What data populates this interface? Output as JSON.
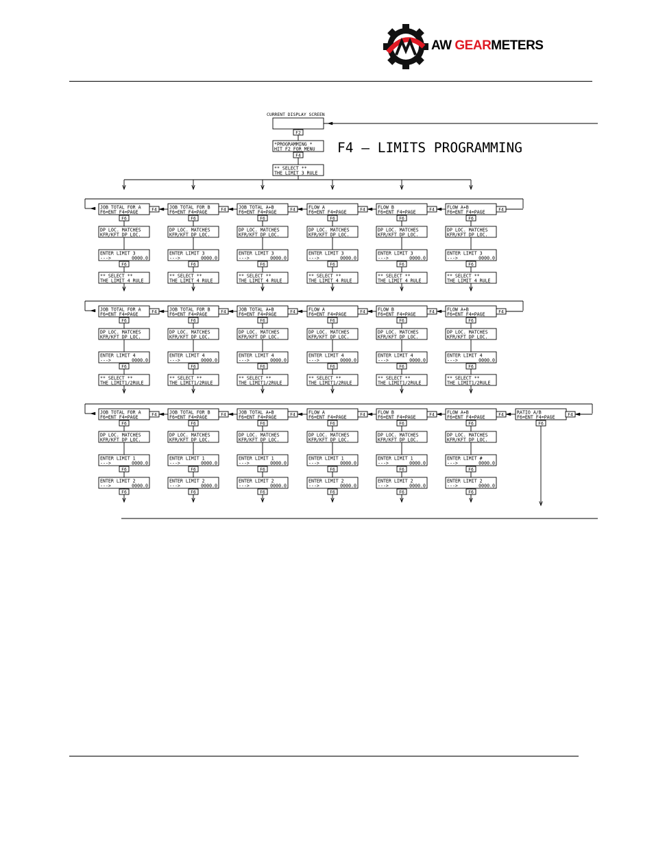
{
  "logo": {
    "text_black": "AW",
    "text_red": "GEAR",
    "text_black2": "METERS"
  },
  "diagram": {
    "current_label": "CURRENT DISPLAY SCREEN",
    "f2_key": "F2",
    "programming_box": [
      "*PROGRAMMING *",
      "HIT F2 FOR MENU"
    ],
    "f4_key": "F4",
    "title": "F4 — LIMITS PROGRAMMING",
    "select_box": [
      "** SELECT **",
      "THE LIMIT 3 RULE"
    ],
    "f6_key": "F6",
    "columns": [
      [
        "JOB TOTAL FOR A",
        "F6=ENT F4=PAGE"
      ],
      [
        "JOB TOTAL FOR B",
        "F6=ENT F4=PAGE"
      ],
      [
        "JOB TOTAL A+B",
        "F6=ENT F4=PAGE"
      ],
      [
        "FLOW A",
        "F6=ENT F4=PAGE"
      ],
      [
        "FLOW B",
        "F6=ENT F4=PAGE"
      ],
      [
        "FLOW A+B",
        "F6=ENT F4=PAGE"
      ]
    ],
    "ratio_box": [
      "RATIO A/B",
      "F6=ENT F4=PAGE"
    ],
    "dp_box": [
      "DP LOC. MATCHES",
      "KFR/KFT DP LOC."
    ],
    "rows": [
      {
        "limit1": [
          [
            "ENTER LIMIT 3",
            "--->",
            "0000.0"
          ],
          [
            "ENTER LIMIT 3",
            "--->",
            "0000.0"
          ],
          [
            "ENTER LIMIT 3",
            "--->",
            "0000.0"
          ],
          [
            "ENTER LIMIT 3",
            "--->",
            "0000.0"
          ],
          [
            "ENTER LIMIT 3",
            "--->",
            "0000.0"
          ],
          [
            "ENTER LIMIT 3",
            "--->",
            "0000.0"
          ]
        ],
        "last": [
          "** SELECT **",
          "THE LIMIT 4 RULE"
        ],
        "last_is_select": true
      },
      {
        "limit1": [
          [
            "ENTER LIMIT 4",
            "--->",
            "0000.0"
          ],
          [
            "ENTER LIMIT 4",
            "--->",
            "0000.0"
          ],
          [
            "ENTER LIMIT 4",
            "--->",
            "0000.0"
          ],
          [
            "ENTER LIMIT 4",
            "--->",
            "0000.0"
          ],
          [
            "ENTER LIMIT 4",
            "--->",
            "0000.0"
          ],
          [
            "ENTER LIMIT 4",
            "--->",
            "0000.0"
          ]
        ],
        "last": [
          "** SELECT **",
          "THE LIMIT1/2RULE"
        ],
        "last_is_select": true
      },
      {
        "limit1": [
          [
            "ENTER LIMIT 1",
            "--->",
            "0000.0"
          ],
          [
            "ENTER LIMIT 1",
            "--->",
            "0000.0"
          ],
          [
            "ENTER LIMIT 1",
            "--->",
            "0000.0"
          ],
          [
            "ENTER LIMIT 1",
            "--->",
            "0000.0"
          ],
          [
            "ENTER LIMIT 1",
            "--->",
            "0000.0"
          ],
          [
            "ENTER LIMIT #",
            "--->",
            "0000.0"
          ]
        ],
        "last": [
          "ENTER LIMIT 2",
          "--->",
          "0000.0"
        ],
        "last_is_select": false
      }
    ]
  }
}
